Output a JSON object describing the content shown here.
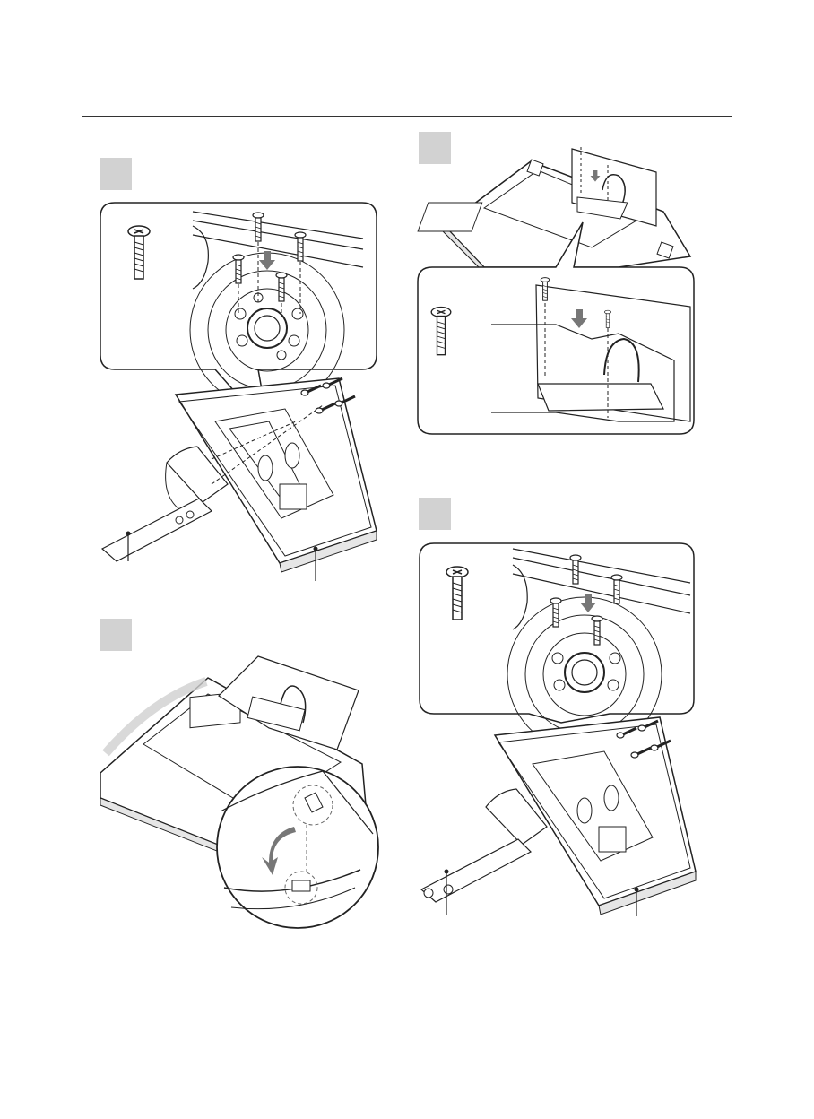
{
  "page": {
    "steps": [
      {
        "id": "step-1",
        "label": ""
      },
      {
        "id": "step-2",
        "label": ""
      },
      {
        "id": "step-3",
        "label": ""
      },
      {
        "id": "step-4",
        "label": ""
      }
    ]
  },
  "colors": {
    "line": "#222222",
    "step_box": "#d2d2d2",
    "shadow": "#cfcfcf",
    "arrow": "#777777"
  },
  "icons": [
    "screw-icon",
    "down-arrow-icon",
    "curved-arrow-icon",
    "callout-leader-line"
  ]
}
